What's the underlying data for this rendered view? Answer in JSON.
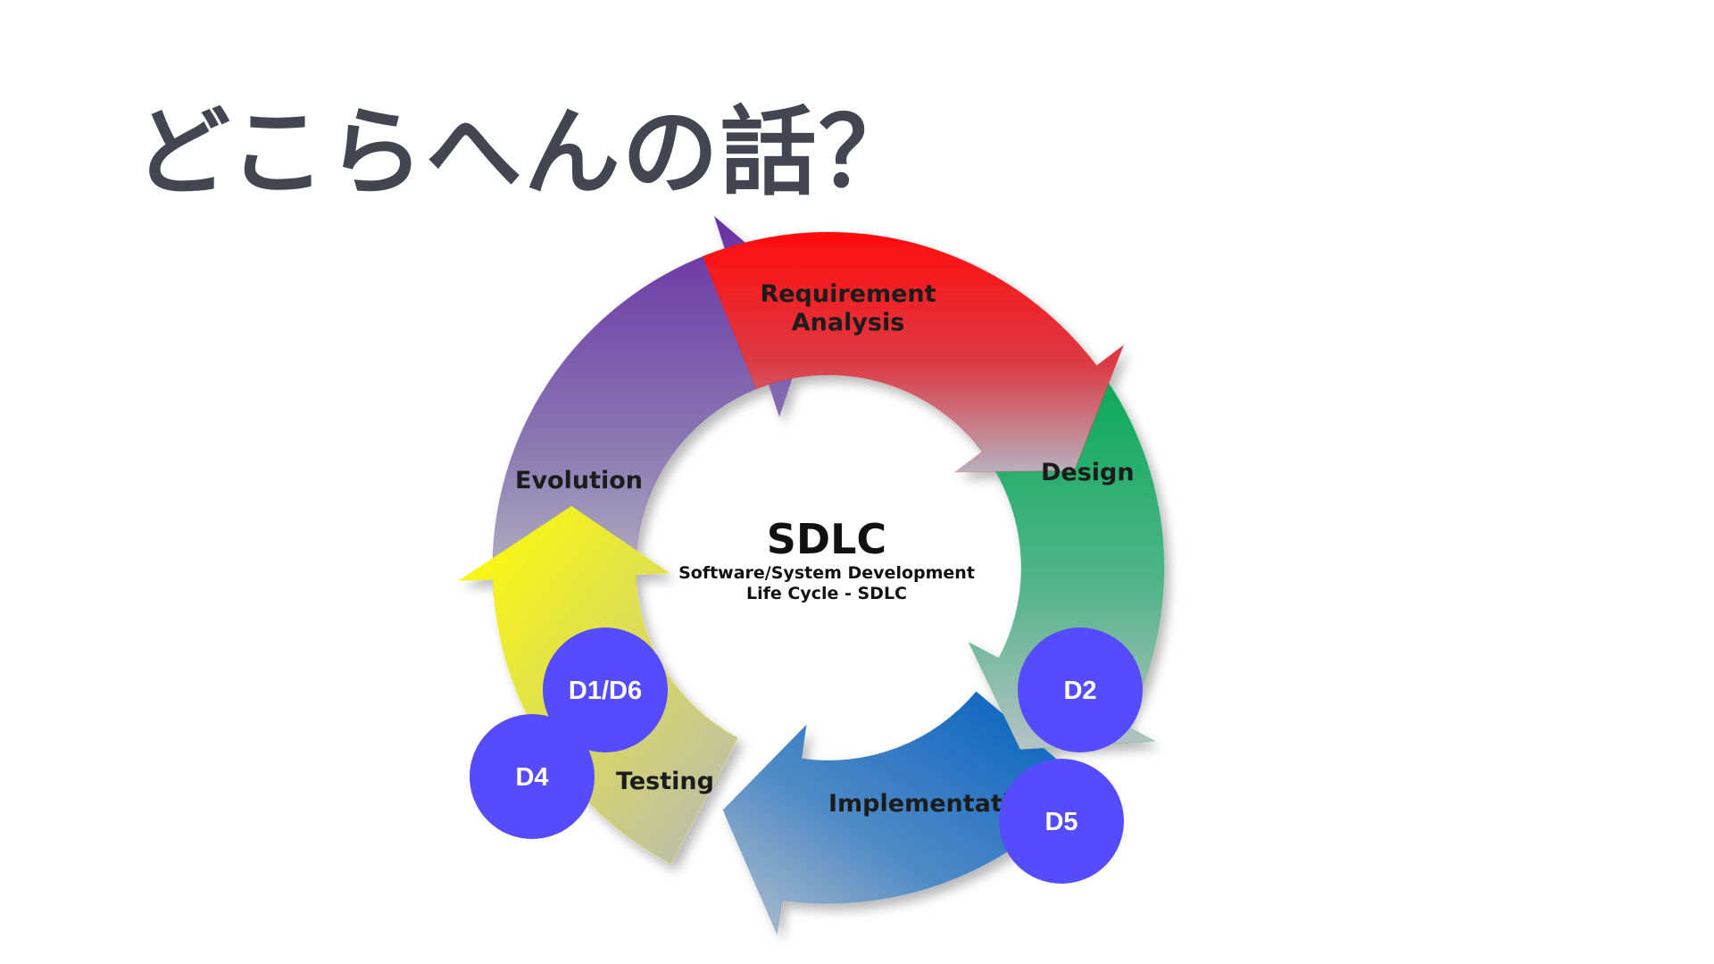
{
  "slide": {
    "title": "どこらへんの話？"
  },
  "diagram": {
    "center": {
      "title": "SDLC",
      "subtitle_line1": "Software/System Development",
      "subtitle_line2": "Life Cycle - SDLC"
    },
    "stages": {
      "requirement_line1": "Requirement",
      "requirement_line2": "Analysis",
      "design": "Design",
      "implementation": "Implementation",
      "testing": "Testing",
      "evolution": "Evolution"
    },
    "stage_colors": {
      "requirement": "#e8141b",
      "design": "#18a85a",
      "implementation": "#1a6fc2",
      "testing": "#f5f000",
      "evolution": "#6c3aa8"
    },
    "badges": {
      "d1d6": "D1/D6",
      "d2": "D2",
      "d4": "D4",
      "d5": "D5"
    },
    "badge_color": "#564cff"
  }
}
